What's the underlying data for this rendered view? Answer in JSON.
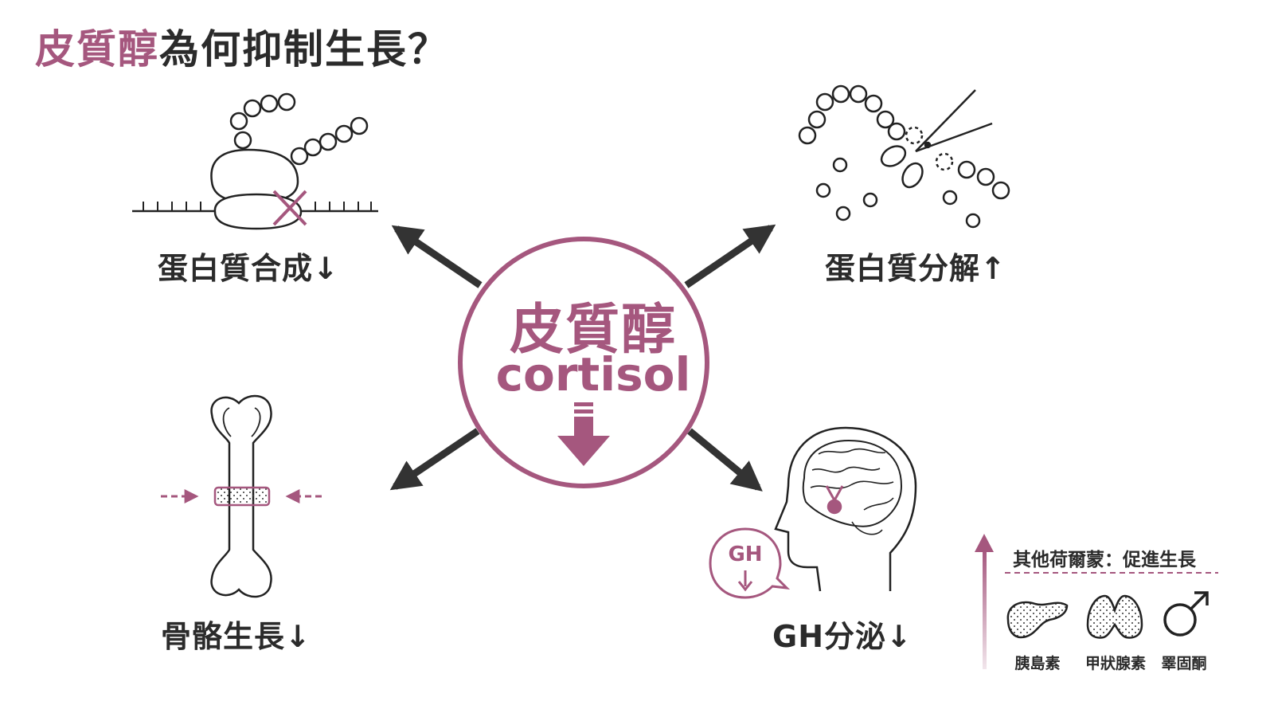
{
  "title": {
    "accent": "皮質醇",
    "rest": "為何抑制生長？"
  },
  "center": {
    "name_zh": "皮質醇",
    "name_en": "cortisol"
  },
  "effects": {
    "protein_synthesis": "蛋白質合成↓",
    "protein_breakdown": "蛋白質分解↑",
    "bone_growth": "骨骼生長↓",
    "gh_secretion": "GH分泌↓"
  },
  "gh_bubble": "GH",
  "legend": {
    "title": "其他荷爾蒙：促進生長",
    "items": [
      "胰島素",
      "甲狀腺素",
      "睪固酮"
    ]
  },
  "icons": {
    "protein_synthesis": "ribosome-blocked-icon",
    "protein_breakdown": "scissors-cutting-protein-icon",
    "bone_growth": "bone-growth-plate-icon",
    "gh_secretion": "brain-pituitary-icon",
    "insulin": "pancreas-icon",
    "thyroxine": "thyroid-icon",
    "testosterone": "male-symbol-icon"
  },
  "colors": {
    "accent": "#a5577e",
    "ink": "#2b2b2b"
  }
}
